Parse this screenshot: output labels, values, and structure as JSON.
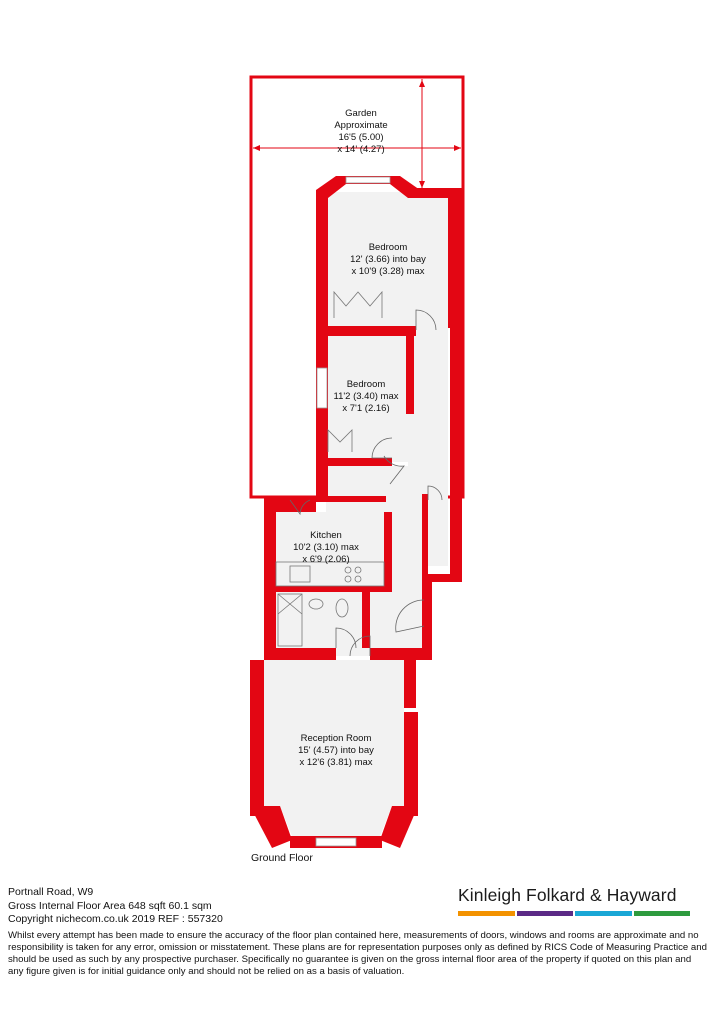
{
  "colors": {
    "wall": "#e30613",
    "floor": "#f2f2f2",
    "garden_fill": "#ffffff",
    "brand_bars": [
      "#f39200",
      "#5b2a86",
      "#1aa7d6",
      "#2e9b3e"
    ]
  },
  "rooms": {
    "garden": {
      "line1": "Garden",
      "line2": "Approximate",
      "line3": "16'5 (5.00)",
      "line4": "x 14' (4.27)"
    },
    "bedroom1": {
      "line1": "Bedroom",
      "line2": "12' (3.66) into bay",
      "line3": "x 10'9 (3.28) max"
    },
    "bedroom2": {
      "line1": "Bedroom",
      "line2": "11'2 (3.40) max",
      "line3": "x 7'1 (2.16)"
    },
    "kitchen": {
      "line1": "Kitchen",
      "line2": "10'2 (3.10) max",
      "line3": "x 6'9 (2.06)"
    },
    "reception": {
      "line1": "Reception Room",
      "line2": "15' (4.57) into bay",
      "line3": "x 12'6 (3.81) max"
    }
  },
  "floor_label": "Ground Floor",
  "info": {
    "address": "Portnall Road, W9",
    "area": "Gross Internal Floor Area 648 sqft 60.1 sqm",
    "copyright": "Copyright nichecom.co.uk 2019 REF : 557320"
  },
  "brand": {
    "name": "Kinleigh Folkard & Hayward"
  },
  "disclaimer": "Whilst every attempt has been made to ensure the accuracy of the floor plan contained here, measurements of doors, windows and rooms are approximate and no responsibility is taken for any error, omission or misstatement.  These plans are for representation purposes only as defined by RICS Code of Measuring Practice and should be used as such by any prospective purchaser.  Specifically no guarantee is given on the gross internal floor area of the property if quoted on this plan and any figure given is for initial guidance only and should not be relied on as a basis of valuation."
}
